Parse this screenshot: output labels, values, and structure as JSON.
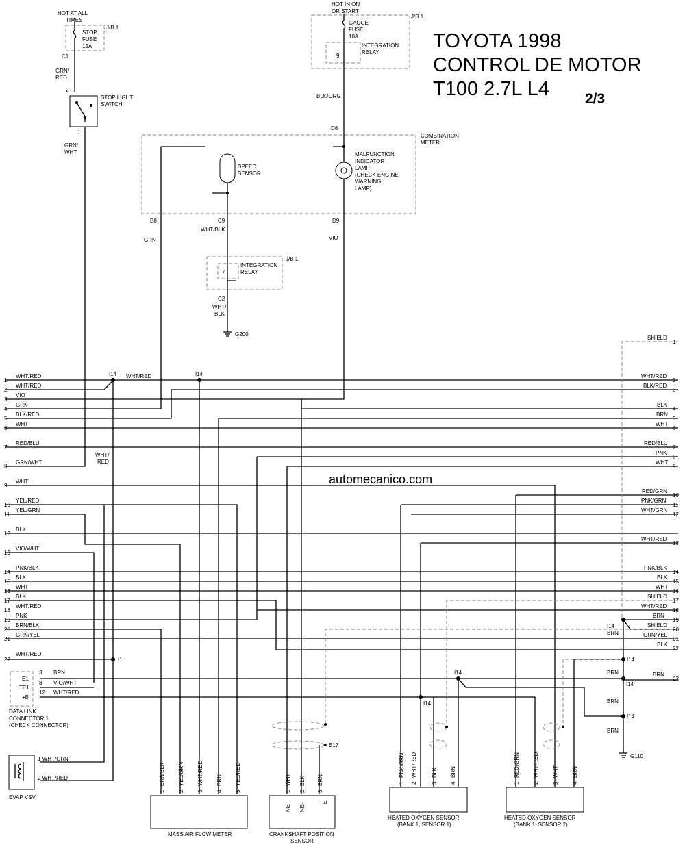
{
  "title": {
    "line1": "TOYOTA 1998",
    "line2": "CONTROL DE MOTOR",
    "line3": "T100 2.7L L4",
    "page": "2/3"
  },
  "watermark": "automecanico.com",
  "power": {
    "hot_all_times": [
      "HOT AT ALL",
      "TIMES"
    ],
    "hot_in_on": [
      "HOT IN ON",
      "OR START"
    ],
    "jb1": "J/B 1",
    "stop_fuse": [
      "STOP",
      "FUSE",
      "15A"
    ],
    "gauge_fuse": [
      "GAUGE",
      "FUSE",
      "10A"
    ],
    "integration_relay": [
      "INTEGRATION",
      "RELAY"
    ],
    "relay_pin_9": "9",
    "relay_pin_7": "7",
    "stop_light_switch": [
      "STOP LIGHT",
      "SWITCH"
    ]
  },
  "combination_meter": {
    "label": [
      "COMBINATION",
      "METER"
    ],
    "speed_sensor": [
      "SPEED",
      "SENSOR"
    ],
    "mil": [
      "MALFUNCTION",
      "INDICATOR",
      "LAMP",
      "(CHECK ENGINE",
      "WARNING",
      "LAMP)"
    ]
  },
  "connectors": {
    "C1": "C1",
    "C2": "C2",
    "D8": "D8",
    "B8": "B8",
    "C9": "C9",
    "D9": "D9",
    "pin2": "2",
    "pin1": "1",
    "I14": "I14",
    "I1": "I1",
    "E17": "E17"
  },
  "wire_labels": {
    "grn_red": [
      "GRN/",
      "RED"
    ],
    "grn_wht": [
      "GRN/",
      "WHT"
    ],
    "blk_org": "BLK/ORG",
    "grn": "GRN",
    "wht_blk": "WHT/BLK",
    "vio": "VIO",
    "wht_blk2": [
      "WHT/",
      "BLK"
    ],
    "wht_red_mid": "WHT/RED",
    "wht_red_drop": [
      "WHT/",
      "RED"
    ],
    "brn": "BRN"
  },
  "grounds": {
    "G200": "G200",
    "G110": "G110"
  },
  "left_pins": [
    {
      "num": "1",
      "color": "WHT/RED"
    },
    {
      "num": "2",
      "color": "WHT/RED"
    },
    {
      "num": "3",
      "color": "VIO"
    },
    {
      "num": "4",
      "color": "GRN"
    },
    {
      "num": "5",
      "color": "BLK/RED"
    },
    {
      "num": "6",
      "color": "WHT"
    },
    {
      "num": "7",
      "color": "RED/BLU"
    },
    {
      "num": "8",
      "color": "GRN/WHT"
    },
    {
      "num": "9",
      "color": "WHT"
    },
    {
      "num": "10",
      "color": "YEL/RED"
    },
    {
      "num": "11",
      "color": "YEL/GRN"
    },
    {
      "num": "12",
      "color": "BLK"
    },
    {
      "num": "13",
      "color": "VIO/WHT"
    },
    {
      "num": "14",
      "color": "PNK/BLK"
    },
    {
      "num": "15",
      "color": "BLK"
    },
    {
      "num": "16",
      "color": "WHT"
    },
    {
      "num": "17",
      "color": "BLK"
    },
    {
      "num": "18",
      "color": "WHT/RED"
    },
    {
      "num": "19",
      "color": "PNK"
    },
    {
      "num": "20",
      "color": "BRN/BLK"
    },
    {
      "num": "21",
      "color": "GRN/YEL"
    },
    {
      "num": "22",
      "color": "WHT/RED"
    }
  ],
  "right_pins": [
    {
      "num": "1",
      "color": "SHIELD"
    },
    {
      "num": "2",
      "color": "WHT/RED"
    },
    {
      "num": "3",
      "color": "BLK/RED"
    },
    {
      "num": "4",
      "color": "BLK"
    },
    {
      "num": "5",
      "color": "BRN"
    },
    {
      "num": "6",
      "color": "WHT"
    },
    {
      "num": "7",
      "color": "RED/BLU"
    },
    {
      "num": "8",
      "color": "PNK"
    },
    {
      "num": "9",
      "color": "WHT"
    },
    {
      "num": "10",
      "color": "RED/GRN"
    },
    {
      "num": "11",
      "color": "PNK/GRN"
    },
    {
      "num": "12",
      "color": "WHT/GRN"
    },
    {
      "num": "13",
      "color": "WHT/RED"
    },
    {
      "num": "14",
      "color": "PNK/BLK"
    },
    {
      "num": "15",
      "color": "BLK"
    },
    {
      "num": "16",
      "color": "WHT"
    },
    {
      "num": "17",
      "color": "SHIELD"
    },
    {
      "num": "18",
      "color": "WHT/RED"
    },
    {
      "num": "19",
      "color": "BRN"
    },
    {
      "num": "20",
      "color": "SHIELD"
    },
    {
      "num": "21",
      "color": "GRN/YEL"
    },
    {
      "num": "22",
      "color": "BLK"
    },
    {
      "num": "23",
      "color": "BRN"
    }
  ],
  "data_link": {
    "rows": [
      {
        "term": "E1",
        "pin": "3",
        "color": "BRN"
      },
      {
        "term": "TE1",
        "pin": "8",
        "color": "VIO/WHT"
      },
      {
        "term": "+B",
        "pin": "12",
        "color": "WHT/RED"
      }
    ],
    "label": [
      "DATA LINK",
      "CONNECTOR 1",
      "(CHECK CONNECTOR)"
    ]
  },
  "evap": {
    "label": "EVAP VSV",
    "pins": [
      "1 WHT/GRN",
      "2 WHT/RED"
    ]
  },
  "maf": {
    "label": "MASS AIR FLOW METER",
    "pins": [
      {
        "num": "1",
        "color": "BRN/BLK"
      },
      {
        "num": "2",
        "color": "YEL/GRN"
      },
      {
        "num": "3",
        "color": "WHT/RED"
      },
      {
        "num": "4",
        "color": "BRN"
      },
      {
        "num": "5",
        "color": "YEL/RED"
      }
    ]
  },
  "ckp": {
    "label": [
      "CRANKSHAFT POSITION",
      "SENSOR"
    ],
    "pins": [
      {
        "num": "1",
        "color": "WHT",
        "term": "NE"
      },
      {
        "num": "2",
        "color": "BLK",
        "term": "NE-"
      },
      {
        "num": "3",
        "color": "BRN",
        "term": "E"
      }
    ]
  },
  "o2_s1": {
    "label": [
      "HEATED OXYGEN SENSOR",
      "(BANK 1, SENSOR 1)"
    ],
    "pins": [
      {
        "num": "1",
        "color": "PNK/GRN"
      },
      {
        "num": "2",
        "color": "WHT/RED"
      },
      {
        "num": "3",
        "color": "BLK"
      },
      {
        "num": "4",
        "color": "BRN"
      }
    ]
  },
  "o2_s2": {
    "label": [
      "HEATED OXYGEN SENSOR",
      "(BANK 1, SENSOR 2)"
    ],
    "pins": [
      {
        "num": "1",
        "color": "RED/GRN"
      },
      {
        "num": "2",
        "color": "WHT/RED"
      },
      {
        "num": "3",
        "color": "WHT"
      },
      {
        "num": "4",
        "color": "BRN"
      }
    ]
  }
}
